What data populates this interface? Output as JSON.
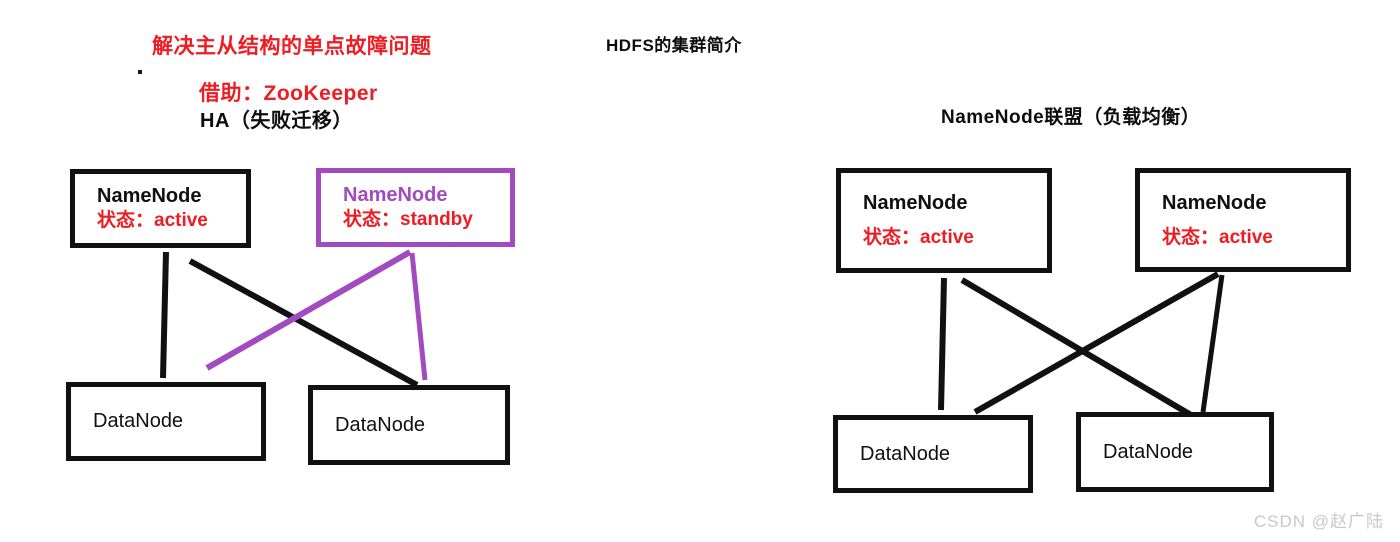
{
  "headings": {
    "main_problem": "解决主从结构的单点故障问题",
    "zookeeper": "借助：ZooKeeper",
    "ha": "HA（失败迁移）",
    "hdfs_intro": "HDFS的集群简介",
    "federation": "NameNode联盟（负载均衡）"
  },
  "colors": {
    "red": "#ee1c23",
    "black": "#111111",
    "purple": "#a24bbf",
    "watermark_gray": "#c8c8c8",
    "background": "#ffffff"
  },
  "ha_cluster": {
    "namenodes": [
      {
        "name": "NameNode",
        "state": "状态：active",
        "border_color": "#111111",
        "name_color": "#101010"
      },
      {
        "name": "NameNode",
        "state": "状态：standby",
        "border_color": "#a24bbf",
        "name_color": "#a24bbf"
      }
    ],
    "datanodes": [
      {
        "label": "DataNode"
      },
      {
        "label": "DataNode"
      }
    ]
  },
  "federation_cluster": {
    "namenodes": [
      {
        "name": "NameNode",
        "state": "状态：active",
        "border_color": "#111111",
        "name_color": "#101010"
      },
      {
        "name": "NameNode",
        "state": "状态：active",
        "border_color": "#111111",
        "name_color": "#101010"
      }
    ],
    "datanodes": [
      {
        "label": "DataNode"
      },
      {
        "label": "DataNode"
      }
    ]
  },
  "watermark": "CSDN @赵广陆"
}
